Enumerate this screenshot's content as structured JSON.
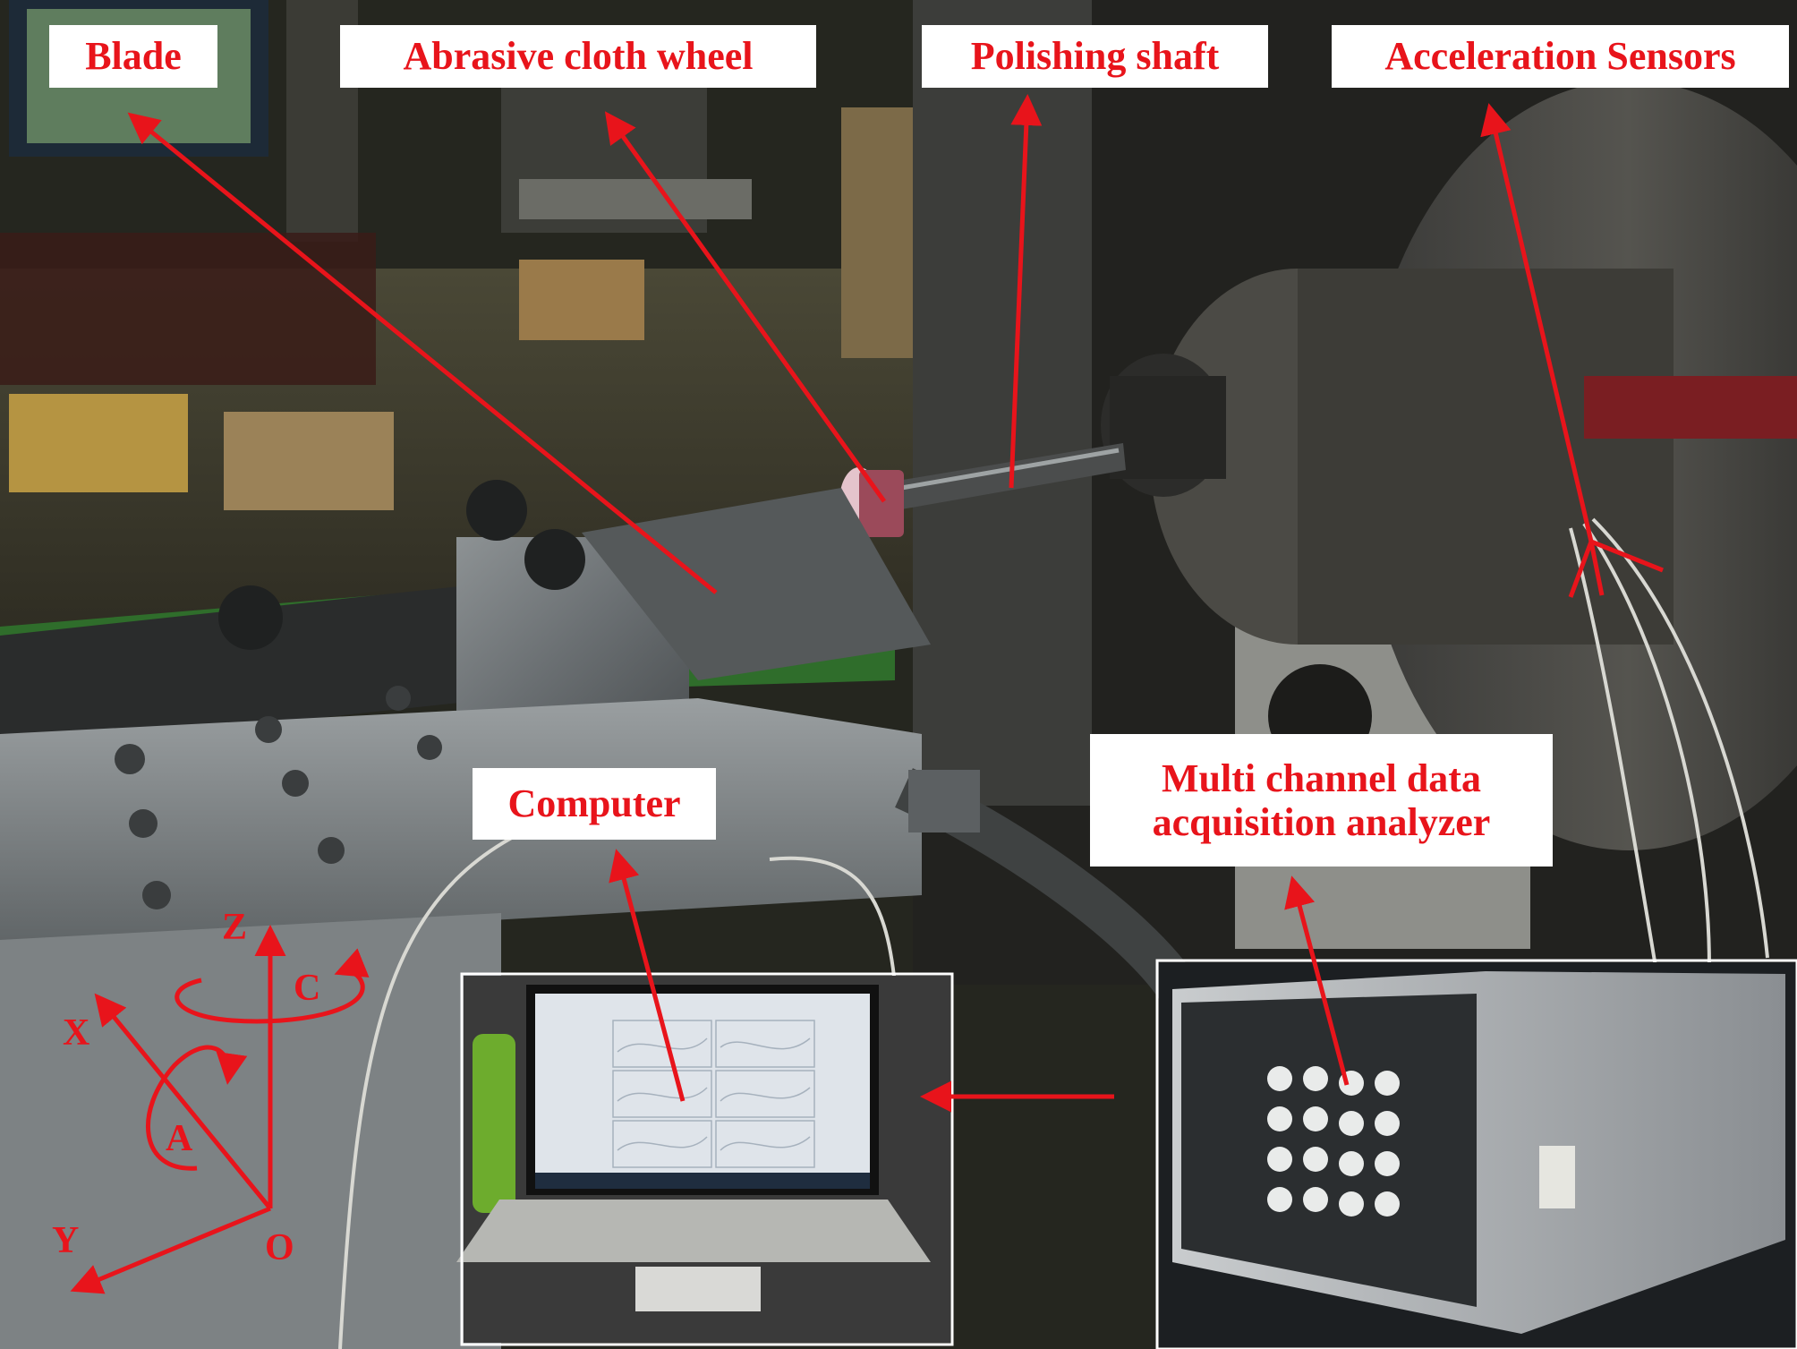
{
  "labels": {
    "blade": "Blade",
    "abrasive_wheel": "Abrasive cloth wheel",
    "polishing_shaft": "Polishing shaft",
    "acceleration_sensors": "Acceleration Sensors",
    "computer": "Computer",
    "analyzer_line1": "Multi channel data",
    "analyzer_line2": "acquisition analyzer"
  },
  "axes": {
    "z": "Z",
    "c": "C",
    "x": "X",
    "a": "A",
    "y": "Y",
    "o": "O"
  },
  "colors": {
    "annotation_red": "#e8141b",
    "label_background": "#ffffff"
  }
}
